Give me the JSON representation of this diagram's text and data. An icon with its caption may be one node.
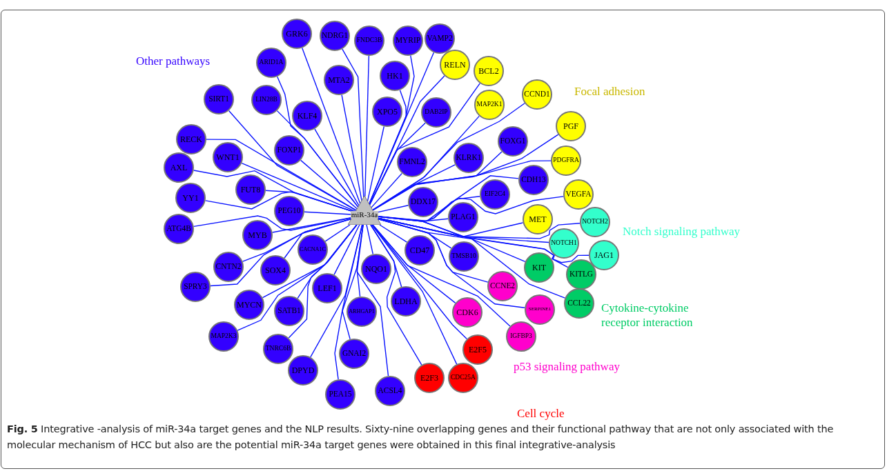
{
  "diagram": {
    "caption": "**Fig. 5** Integrative -analysis of miR-34a target genes and the NLP results. Sixty-nine overlapping genes and their functional pathway that are not only associated with the molecular mechanism of HCC but also are the potential miR-34a target genes were obtained in this final integrative-analysis",
    "nodes": [
      {
        "text": [
          "miR-34a"
        ]
      },
      {
        "text": [
          "GRK6"
        ]
      },
      {
        "text": [
          "NDRG1"
        ]
      },
      {
        "text": [
          "FNDC3B"
        ]
      },
      {
        "text": [
          "MYRIP"
        ]
      },
      {
        "text": [
          "VAMP2"
        ]
      },
      {
        "text": [
          "ARID1A"
        ]
      },
      {
        "text": [
          "MTA2"
        ]
      },
      {
        "text": [
          "HK1"
        ]
      },
      {
        "text": [
          "RELN"
        ]
      },
      {
        "text": [
          "SIRT1"
        ]
      },
      {
        "text": [
          "LIN28B"
        ]
      },
      {
        "text": [
          "KLF4"
        ]
      },
      {
        "text": [
          "XPO5"
        ]
      },
      {
        "text": [
          "DAB2IP"
        ]
      },
      {
        "text": [
          "RECK"
        ]
      },
      {
        "text": [
          "FOXP1"
        ]
      },
      {
        "text": [
          "WNT1"
        ]
      },
      {
        "text": [
          "FMNL2"
        ]
      },
      {
        "text": [
          "AXL"
        ]
      },
      {
        "text": [
          "FUT8"
        ]
      },
      {
        "text": [
          "YY1"
        ]
      },
      {
        "text": [
          "PEG10"
        ]
      },
      {
        "text": [
          "DDX17"
        ]
      },
      {
        "text": [
          "BCL2"
        ]
      },
      {
        "text": [
          "MAP2K1"
        ]
      },
      {
        "text": [
          "CCND1"
        ]
      },
      {
        "text": [
          "PGF"
        ]
      },
      {
        "text": [
          "FOXG1"
        ]
      },
      {
        "text": [
          "KLRK1"
        ]
      },
      {
        "text": [
          "PDGFRA"
        ]
      },
      {
        "text": [
          "CDH13"
        ]
      },
      {
        "text": [
          "EIF2C4"
        ]
      },
      {
        "text": [
          "VEGFA"
        ]
      },
      {
        "text": [
          "PLAG1"
        ]
      },
      {
        "text": [
          "MET"
        ]
      },
      {
        "text": [
          "NOTCH2"
        ]
      },
      {
        "text": [
          "NOTCH1"
        ]
      },
      {
        "text": [
          "JAG1"
        ]
      },
      {
        "text": [
          "CD47"
        ]
      },
      {
        "text": [
          "TMSB10"
        ]
      },
      {
        "text": [
          "KITLG"
        ]
      },
      {
        "text": [
          "KIT"
        ]
      },
      {
        "text": [
          "CCNE2"
        ]
      },
      {
        "text": [
          "CCL22"
        ]
      },
      {
        "text": [
          "SERPINE1"
        ]
      },
      {
        "text": [
          "CDK6"
        ]
      },
      {
        "text": [
          "LDHA"
        ]
      },
      {
        "text": [
          "IGFBP3"
        ]
      },
      {
        "text": [
          "E2F5"
        ]
      },
      {
        "text": [
          "E2F3"
        ]
      },
      {
        "text": [
          "CDC25A"
        ]
      },
      {
        "text": [
          "ATG4B"
        ]
      },
      {
        "text": [
          "MYB"
        ]
      },
      {
        "text": [
          "CACNA1C"
        ]
      },
      {
        "text": [
          "CNTN2"
        ]
      },
      {
        "text": [
          "SOX4"
        ]
      },
      {
        "text": [
          "NQO1"
        ]
      },
      {
        "text": [
          "SPRY3"
        ]
      },
      {
        "text": [
          "LEF1"
        ]
      },
      {
        "text": [
          "MYCN"
        ]
      },
      {
        "text": [
          "SATB1"
        ]
      },
      {
        "text": [
          "ARHGAP1"
        ]
      },
      {
        "text": [
          "MAP2K3"
        ]
      },
      {
        "text": [
          "TNRC6B"
        ]
      },
      {
        "text": [
          "GNAI2"
        ]
      },
      {
        "text": [
          "DPYD"
        ]
      },
      {
        "text": [
          "PEA15"
        ]
      },
      {
        "text": [
          "ACSL4"
        ]
      }
    ],
    "edges": [
      {
        "from": 0,
        "to": 1,
        "arrow": "none"
      },
      {
        "from": 0,
        "to": 2,
        "arrow": "none"
      },
      {
        "from": 0,
        "to": 3,
        "arrow": "none"
      },
      {
        "from": 0,
        "to": 4,
        "arrow": "none"
      },
      {
        "from": 0,
        "to": 5,
        "arrow": "none"
      },
      {
        "from": 0,
        "to": 6,
        "arrow": "none"
      },
      {
        "from": 0,
        "to": 7,
        "arrow": "none"
      },
      {
        "from": 0,
        "to": 8,
        "arrow": "none"
      },
      {
        "from": 0,
        "to": 9,
        "arrow": "none"
      },
      {
        "from": 0,
        "to": 10,
        "arrow": "none"
      },
      {
        "from": 0,
        "to": 11,
        "arrow": "none"
      },
      {
        "from": 0,
        "to": 12,
        "arrow": "none"
      },
      {
        "from": 0,
        "to": 13,
        "arrow": "none"
      },
      {
        "from": 0,
        "to": 14,
        "arrow": "none"
      },
      {
        "from": 0,
        "to": 15,
        "arrow": "none"
      },
      {
        "from": 0,
        "to": 16,
        "arrow": "none"
      },
      {
        "from": 0,
        "to": 17,
        "arrow": "none"
      },
      {
        "from": 0,
        "to": 18,
        "arrow": "none"
      },
      {
        "from": 0,
        "to": 19,
        "arrow": "none"
      },
      {
        "from": 0,
        "to": 20,
        "arrow": "none"
      },
      {
        "from": 0,
        "to": 21,
        "arrow": "none"
      },
      {
        "from": 0,
        "to": 22,
        "arrow": "none"
      },
      {
        "from": 0,
        "to": 23,
        "arrow": "none"
      },
      {
        "from": 0,
        "to": 24,
        "arrow": "none"
      },
      {
        "from": 0,
        "to": 25,
        "arrow": "none"
      },
      {
        "from": 0,
        "to": 26,
        "arrow": "none"
      },
      {
        "from": 0,
        "to": 27,
        "arrow": "none"
      },
      {
        "from": 0,
        "to": 28,
        "arrow": "none"
      },
      {
        "from": 0,
        "to": 29,
        "arrow": "none"
      },
      {
        "from": 0,
        "to": 30,
        "arrow": "none"
      },
      {
        "from": 0,
        "to": 31,
        "arrow": "none"
      },
      {
        "from": 0,
        "to": 32,
        "arrow": "none"
      },
      {
        "from": 0,
        "to": 33,
        "arrow": "none"
      },
      {
        "from": 0,
        "to": 34,
        "arrow": "none"
      },
      {
        "from": 0,
        "to": 35,
        "arrow": "none"
      },
      {
        "from": 0,
        "to": 36,
        "arrow": "none"
      },
      {
        "from": 0,
        "to": 37,
        "arrow": "none"
      },
      {
        "from": 0,
        "to": 38,
        "arrow": "none"
      },
      {
        "from": 0,
        "to": 39,
        "arrow": "none"
      },
      {
        "from": 0,
        "to": 40,
        "arrow": "none"
      },
      {
        "from": 0,
        "to": 41,
        "arrow": "none"
      },
      {
        "from": 0,
        "to": 42,
        "arrow": "none"
      },
      {
        "from": 0,
        "to": 43,
        "arrow": "none"
      },
      {
        "from": 0,
        "to": 44,
        "arrow": "none"
      },
      {
        "from": 0,
        "to": 45,
        "arrow": "none"
      },
      {
        "from": 0,
        "to": 46,
        "arrow": "none"
      },
      {
        "from": 0,
        "to": 47,
        "arrow": "none"
      },
      {
        "from": 0,
        "to": 48,
        "arrow": "none"
      },
      {
        "from": 0,
        "to": 49,
        "arrow": "none"
      },
      {
        "from": 0,
        "to": 50,
        "arrow": "none"
      },
      {
        "from": 0,
        "to": 51,
        "arrow": "none"
      },
      {
        "from": 0,
        "to": 52,
        "arrow": "none"
      },
      {
        "from": 0,
        "to": 53,
        "arrow": "none"
      },
      {
        "from": 0,
        "to": 54,
        "arrow": "none"
      },
      {
        "from": 0,
        "to": 55,
        "arrow": "none"
      },
      {
        "from": 0,
        "to": 56,
        "arrow": "none"
      },
      {
        "from": 0,
        "to": 57,
        "arrow": "none"
      },
      {
        "from": 0,
        "to": 58,
        "arrow": "none"
      },
      {
        "from": 0,
        "to": 59,
        "arrow": "none"
      },
      {
        "from": 0,
        "to": 60,
        "arrow": "none"
      },
      {
        "from": 0,
        "to": 61,
        "arrow": "none"
      },
      {
        "from": 0,
        "to": 62,
        "arrow": "none"
      },
      {
        "from": 0,
        "to": 63,
        "arrow": "none"
      },
      {
        "from": 0,
        "to": 64,
        "arrow": "none"
      },
      {
        "from": 0,
        "to": 65,
        "arrow": "none"
      },
      {
        "from": 0,
        "to": 66,
        "arrow": "none"
      },
      {
        "from": 0,
        "to": 67,
        "arrow": "none"
      },
      {
        "from": 0,
        "to": 68,
        "arrow": "none"
      }
    ],
    "labels": [
      "Other pathways",
      "Focal adhesion",
      "Notch signaling pathway",
      "Cytokine-cytokine receptor interaction",
      "p53 signaling pathway",
      "Cell cycle"
    ]
  }
}
